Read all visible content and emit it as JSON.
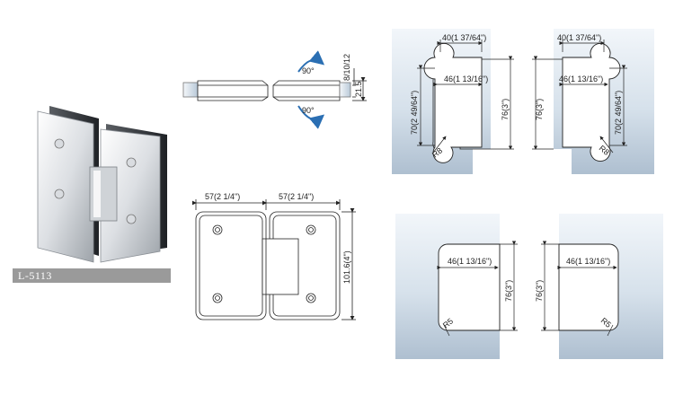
{
  "product": {
    "model": "L-5113"
  },
  "side_view": {
    "angle_up": "90°",
    "angle_down": "90°",
    "glass_thickness": "8/10/12",
    "body_depth": "21.5"
  },
  "front_view": {
    "width_left": "57(2 1/4\")",
    "width_right": "57(2 1/4\")",
    "height": "101.6(4\")"
  },
  "cutouts": {
    "top_left": {
      "top_width": "40(1 37/64\")",
      "inner_width": "46(1 13/16\")",
      "inner_height": "70(2 49/64\")",
      "depth": "76(3\")",
      "radius": "R8"
    },
    "top_right": {
      "top_width": "40(1 37/64\")",
      "inner_width": "46(1 13/16\")",
      "inner_height": "70(2 49/64\")",
      "depth": "76(3\")",
      "radius": "R8"
    },
    "bottom_left": {
      "inner_width": "46(1 13/16\")",
      "depth": "76(3\")",
      "radius": "R5"
    },
    "bottom_right": {
      "inner_width": "46(1 13/16\")",
      "depth": "76(3\")",
      "radius": "R5"
    }
  },
  "colors": {
    "glass_top": "#eef3f8",
    "glass_bottom": "#aebfd0",
    "line": "#222222"
  }
}
